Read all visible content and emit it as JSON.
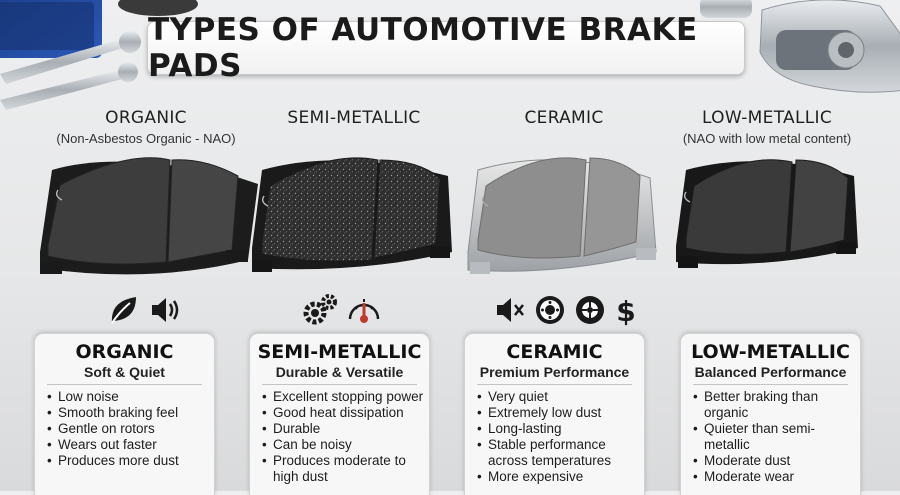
{
  "title": "TYPES OF AUTOMOTIVE BRAKE PADS",
  "colors": {
    "organic": "#3c3c3c",
    "semi": "#2c2c2c",
    "ceramic": "#8c8c8c",
    "low": "#303030",
    "backing_silver": "#c8c8c8",
    "backing_dark": "#202020"
  },
  "columns": [
    {
      "name": "ORGANIC",
      "subtitle": "(Non-Asbestos Organic - NAO)",
      "icons": [
        "leaf-icon",
        "speaker-quiet-icon"
      ],
      "card_title": "ORGANIC",
      "card_tagline": "Soft & Quiet",
      "bullets": [
        "Low noise",
        "Smooth braking feel",
        "Gentle on rotors",
        "Wears out faster",
        "Produces more dust"
      ]
    },
    {
      "name": "SEMI-METALLIC",
      "subtitle": "",
      "icons": [
        "gears-icon",
        "temperature-gauge-icon"
      ],
      "card_title": "SEMI-METALLIC",
      "card_tagline": "Durable & Versatile",
      "bullets": [
        "Excellent stopping power",
        "Good heat dissipation",
        "Durable",
        "Can be noisy",
        "Produces moderate to high dust"
      ]
    },
    {
      "name": "CERAMIC",
      "subtitle": "",
      "icons": [
        "speaker-mute-icon",
        "rotor-icon",
        "tire-icon",
        "dollar-icon"
      ],
      "card_title": "CERAMIC",
      "card_tagline": "Premium Performance",
      "bullets": [
        "Very quiet",
        "Extremely low dust",
        "Long-lasting",
        "Stable performance across temperatures",
        "More expensive"
      ]
    },
    {
      "name": "LOW-METALLIC",
      "subtitle": "(NAO with low metal content)",
      "icons": [],
      "card_title": "LOW-METALLIC",
      "card_tagline": "Balanced Performance",
      "bullets": [
        "Better braking than organic",
        "Quieter than semi-metallic",
        "Moderate dust",
        "Moderate wear"
      ]
    }
  ]
}
